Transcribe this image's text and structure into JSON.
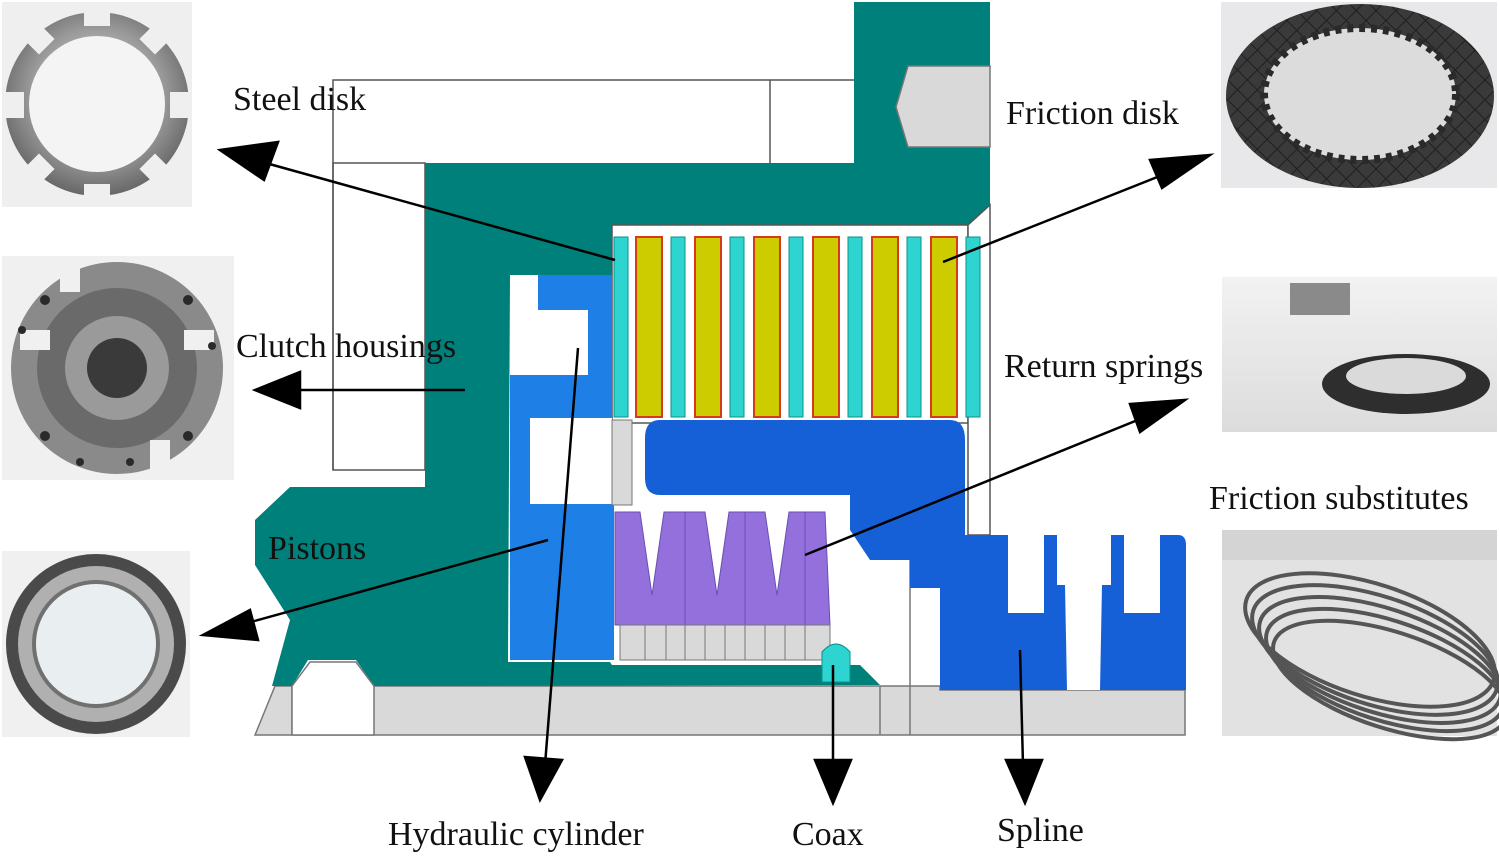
{
  "labels": {
    "steel_disk": "Steel disk",
    "friction_disk": "Friction disk",
    "clutch_housings": "Clutch housings",
    "return_springs": "Return springs",
    "friction_substitutes": "Friction substitutes",
    "pistons": "Pistons",
    "hydraulic_cylinder": "Hydraulic cylinder",
    "coax": "Coax",
    "spline": "Spline"
  },
  "colors": {
    "housing": "#00807a",
    "piston": "#1e7fe6",
    "piston_dark": "#1560d6",
    "steel_disk": "#2dd4d0",
    "friction_disk": "#cccc00",
    "friction_edge": "#d63a1a",
    "spring": "#9370db",
    "shaft": "#d9d9d9",
    "arrow": "#000000"
  }
}
